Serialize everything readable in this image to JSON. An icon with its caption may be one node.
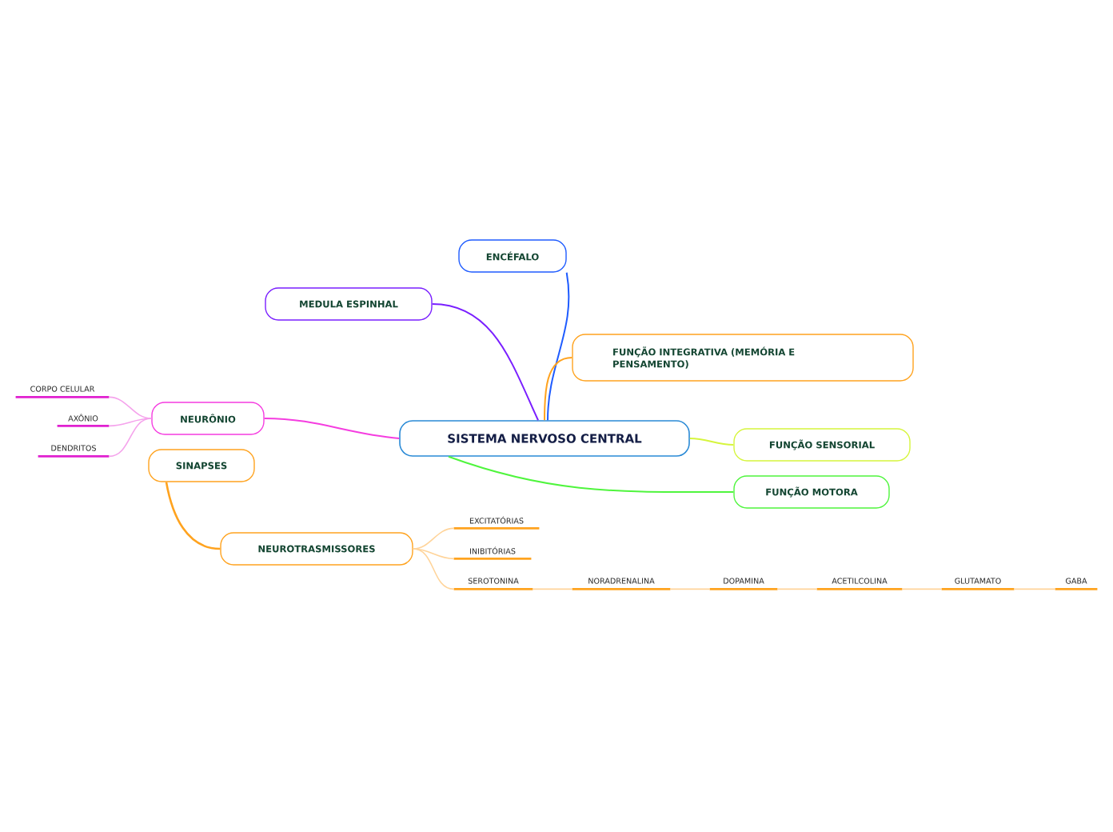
{
  "diagram": {
    "nodes": [
      {
        "text": [
          "SISTEMA NERVOSO CENTRAL"
        ]
      },
      {
        "text": [
          "ENCÉFALO"
        ]
      },
      {
        "text": [
          "MEDULA ESPINHAL"
        ]
      },
      {
        "text": [
          "FUNÇÃO INTEGRATIVA (MEMÓRIA E PENSAMENTO)"
        ]
      },
      {
        "text": [
          "FUNÇÃO SENSORIAL"
        ]
      },
      {
        "text": [
          "FUNÇÃO MOTORA"
        ]
      },
      {
        "text": [
          "NEURÔNIO"
        ]
      },
      {
        "text": [
          "CORPO CELULAR"
        ]
      },
      {
        "text": [
          "AXÔNIO"
        ]
      },
      {
        "text": [
          "DENDRITOS"
        ]
      },
      {
        "text": [
          "SINAPSES"
        ]
      },
      {
        "text": [
          "NEUROTRASMISSORES"
        ]
      },
      {
        "text": [
          "EXCITATÓRIAS"
        ]
      },
      {
        "text": [
          "INIBITÓRIAS"
        ]
      },
      {
        "text": [
          "SEROTONINA"
        ]
      },
      {
        "text": [
          "NORADRENALINA"
        ]
      },
      {
        "text": [
          "DOPAMINA"
        ]
      },
      {
        "text": [
          "ACETILCOLINA"
        ]
      },
      {
        "text": [
          "GLUTAMATO"
        ]
      },
      {
        "text": [
          "GABA"
        ]
      }
    ],
    "edges": [
      {
        "from": 0,
        "to": 1,
        "arrow": "none",
        "color": "#1f5cff"
      },
      {
        "from": 0,
        "to": 2,
        "arrow": "none",
        "color": "#7a1fff"
      },
      {
        "from": 0,
        "to": 3,
        "arrow": "none",
        "color": "#ffa31f"
      },
      {
        "from": 0,
        "to": 4,
        "arrow": "none",
        "color": "#d6f53d"
      },
      {
        "from": 0,
        "to": 5,
        "arrow": "none",
        "color": "#4ff53d"
      },
      {
        "from": 0,
        "to": 6,
        "arrow": "none",
        "color": "#f53de0"
      },
      {
        "from": 6,
        "to": 7,
        "arrow": "none",
        "color": "#f5a3ec"
      },
      {
        "from": 6,
        "to": 8,
        "arrow": "none",
        "color": "#f5a3ec"
      },
      {
        "from": 6,
        "to": 9,
        "arrow": "none",
        "color": "#f5a3ec"
      },
      {
        "from": 10,
        "to": 11,
        "arrow": "none",
        "color": "#ffa31f"
      },
      {
        "from": 11,
        "to": 12,
        "arrow": "none",
        "color": "#ffd49a"
      },
      {
        "from": 11,
        "to": 13,
        "arrow": "none",
        "color": "#ffd49a"
      },
      {
        "from": 11,
        "to": 14,
        "arrow": "none",
        "color": "#ffd49a"
      },
      {
        "from": 14,
        "to": 15,
        "arrow": "none",
        "color": "#ffd49a"
      },
      {
        "from": 15,
        "to": 16,
        "arrow": "none",
        "color": "#ffd49a"
      },
      {
        "from": 16,
        "to": 17,
        "arrow": "none",
        "color": "#ffd49a"
      },
      {
        "from": 17,
        "to": 18,
        "arrow": "none",
        "color": "#ffd49a"
      },
      {
        "from": 18,
        "to": 19,
        "arrow": "none",
        "color": "#ffd49a"
      }
    ]
  }
}
